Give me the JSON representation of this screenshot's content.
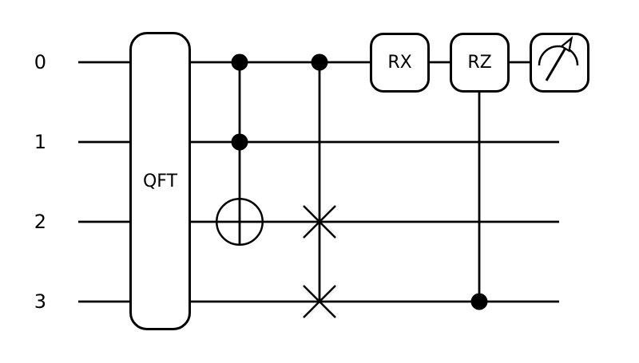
{
  "circuit": {
    "background": "#ffffff",
    "ink": "#000000",
    "qubits": [
      {
        "label": "0"
      },
      {
        "label": "1"
      },
      {
        "label": "2"
      },
      {
        "label": "3"
      }
    ],
    "gates": {
      "qft": {
        "label": "QFT",
        "type": "multi-qubit-box",
        "qubits": [
          0,
          1,
          2,
          3
        ]
      },
      "ccx": {
        "type": "toffoli",
        "controls": [
          0,
          1
        ],
        "target": 2
      },
      "cswap": {
        "type": "controlled-swap",
        "control": 0,
        "swap_qubits": [
          2,
          3
        ]
      },
      "rx": {
        "label": "RX",
        "type": "single-qubit-box",
        "qubit": 0
      },
      "crz": {
        "label": "RZ",
        "type": "controlled-rotation-box",
        "qubit": 0,
        "control": 3
      },
      "measure": {
        "type": "measurement-meter",
        "qubit": 0
      }
    }
  }
}
